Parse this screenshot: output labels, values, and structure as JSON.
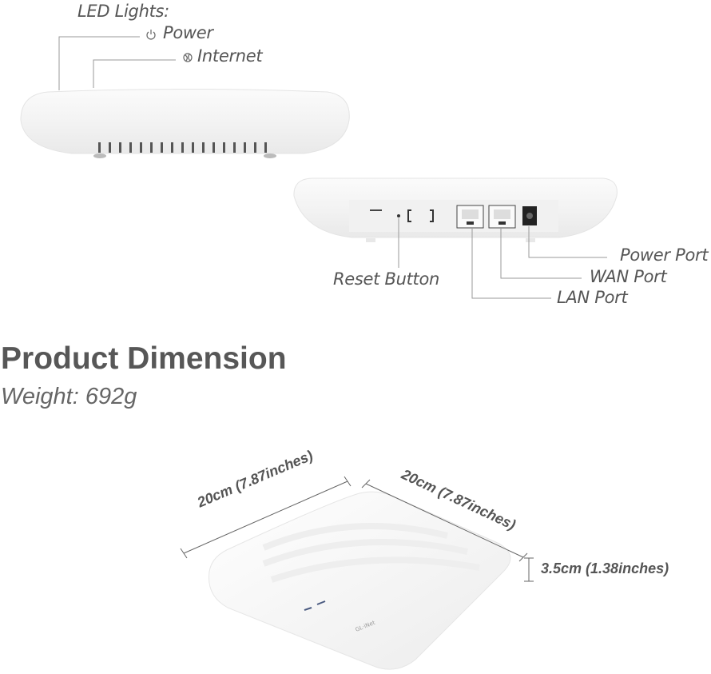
{
  "led": {
    "heading": "LED Lights:",
    "power_label": "Power",
    "internet_label": "Internet",
    "power_icon": "power-icon",
    "internet_icon": "globe-icon"
  },
  "ports": {
    "reset": "Reset Button",
    "lan": "LAN Port",
    "wan": "WAN Port",
    "power": "Power Port"
  },
  "dimension": {
    "title": "Product Dimension",
    "weight": "Weight: 692g",
    "width": "20cm (7.87inches)",
    "depth": "20cm (7.87inches)",
    "height": "3.5cm (1.38inches)",
    "brand_mark": "GL·iNet"
  },
  "colors": {
    "text": "#555555",
    "line": "#888888",
    "device": "#f7f7f7"
  }
}
